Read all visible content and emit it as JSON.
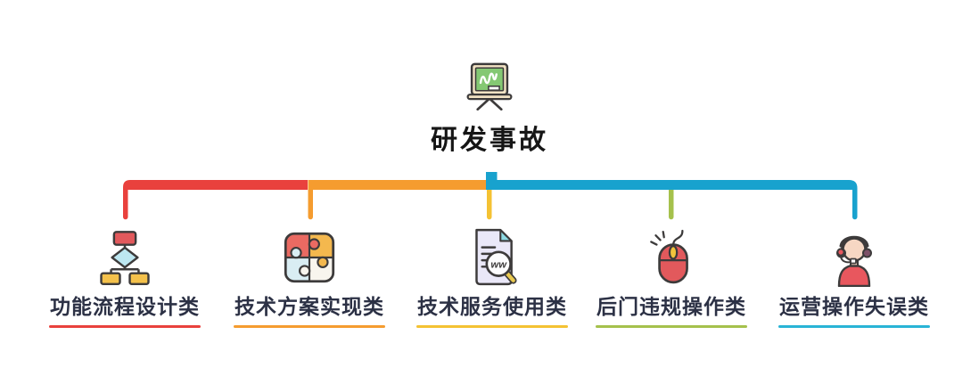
{
  "header": {
    "title": "研发事故",
    "icon": "presentation-board-icon"
  },
  "colors": {
    "red": "#e9413d",
    "orange": "#f59c2f",
    "yellow": "#f4c233",
    "green": "#a5c14c",
    "cyan": "#18a2ce",
    "title_text": "#161616",
    "label_text": "#2c3145"
  },
  "branches": [
    {
      "label": "功能流程设计类",
      "icon": "flowchart-icon",
      "accent": "#e9413d"
    },
    {
      "label": "技术方案实现类",
      "icon": "puzzle-icon",
      "accent": "#f59c2f"
    },
    {
      "label": "技术服务使用类",
      "icon": "document-search-icon",
      "accent": "#f4c233",
      "icon_text": "ww"
    },
    {
      "label": "后门违规操作类",
      "icon": "computer-mouse-icon",
      "accent": "#a5c14c"
    },
    {
      "label": "运营操作失误类",
      "icon": "support-agent-icon",
      "accent": "#29b4d6"
    }
  ]
}
